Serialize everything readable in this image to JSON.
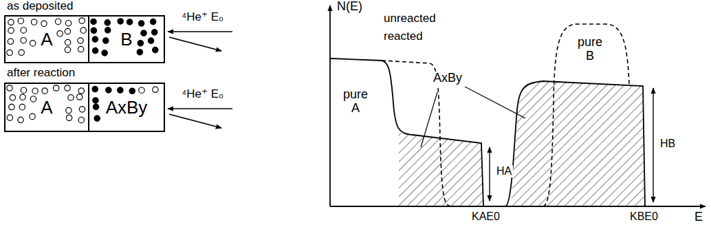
{
  "diagram": {
    "nodes": [
      {
        "text": [
          "A"
        ]
      },
      {
        "text": [
          "B"
        ]
      },
      {
        "text": [
          "A"
        ]
      },
      {
        "text": [
          "AxBy"
        ]
      }
    ],
    "labels": [
      "as deposited",
      "⁴He⁺ E₀",
      "after reaction",
      "⁴He⁺ E₀",
      "N(E)",
      "unreacted",
      "reacted",
      "pure A",
      "AxBy",
      "pure B",
      "HA",
      "HB",
      "KAE0",
      "KBE0",
      "E"
    ]
  }
}
